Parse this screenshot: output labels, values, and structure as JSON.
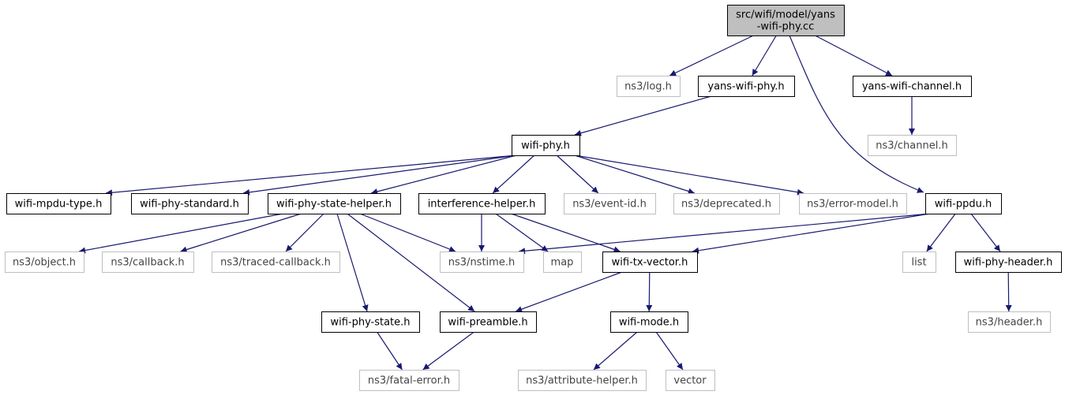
{
  "colors": {
    "edge": "#191970",
    "root_fill": "#bfbfbf",
    "documented_border": "#000000",
    "external_border": "#bfbfbf",
    "documented_text": "#000000",
    "external_text": "#444444"
  },
  "nodes": [
    {
      "id": "root",
      "label": "src/wifi/model/yans\n-wifi-phy.cc",
      "kind": "root"
    },
    {
      "id": "log",
      "label": "ns3/log.h",
      "kind": "external"
    },
    {
      "id": "yansphy",
      "label": "yans-wifi-phy.h",
      "kind": "documented"
    },
    {
      "id": "yanschan",
      "label": "yans-wifi-channel.h",
      "kind": "documented"
    },
    {
      "id": "channel",
      "label": "ns3/channel.h",
      "kind": "external"
    },
    {
      "id": "wifiphy",
      "label": "wifi-phy.h",
      "kind": "documented"
    },
    {
      "id": "mpdutype",
      "label": "wifi-mpdu-type.h",
      "kind": "documented"
    },
    {
      "id": "phystd",
      "label": "wifi-phy-standard.h",
      "kind": "documented"
    },
    {
      "id": "statehelper",
      "label": "wifi-phy-state-helper.h",
      "kind": "documented"
    },
    {
      "id": "interference",
      "label": "interference-helper.h",
      "kind": "documented"
    },
    {
      "id": "eventid",
      "label": "ns3/event-id.h",
      "kind": "external"
    },
    {
      "id": "deprecated",
      "label": "ns3/deprecated.h",
      "kind": "external"
    },
    {
      "id": "errormodel",
      "label": "ns3/error-model.h",
      "kind": "external"
    },
    {
      "id": "ppdu",
      "label": "wifi-ppdu.h",
      "kind": "documented"
    },
    {
      "id": "object",
      "label": "ns3/object.h",
      "kind": "external"
    },
    {
      "id": "callback",
      "label": "ns3/callback.h",
      "kind": "external"
    },
    {
      "id": "tracedcb",
      "label": "ns3/traced-callback.h",
      "kind": "external"
    },
    {
      "id": "nstime",
      "label": "ns3/nstime.h",
      "kind": "external"
    },
    {
      "id": "map",
      "label": "map",
      "kind": "external"
    },
    {
      "id": "txvector",
      "label": "wifi-tx-vector.h",
      "kind": "documented"
    },
    {
      "id": "list",
      "label": "list",
      "kind": "external"
    },
    {
      "id": "phyheader",
      "label": "wifi-phy-header.h",
      "kind": "documented"
    },
    {
      "id": "phystate",
      "label": "wifi-phy-state.h",
      "kind": "documented"
    },
    {
      "id": "preamble",
      "label": "wifi-preamble.h",
      "kind": "documented"
    },
    {
      "id": "mode",
      "label": "wifi-mode.h",
      "kind": "documented"
    },
    {
      "id": "header",
      "label": "ns3/header.h",
      "kind": "external"
    },
    {
      "id": "fatal",
      "label": "ns3/fatal-error.h",
      "kind": "external"
    },
    {
      "id": "attrhelper",
      "label": "ns3/attribute-helper.h",
      "kind": "external"
    },
    {
      "id": "vector",
      "label": "vector",
      "kind": "external"
    }
  ],
  "edges": [
    {
      "from": "root",
      "to": "log"
    },
    {
      "from": "root",
      "to": "yansphy"
    },
    {
      "from": "root",
      "to": "yanschan"
    },
    {
      "from": "root",
      "to": "ppdu"
    },
    {
      "from": "yansphy",
      "to": "wifiphy"
    },
    {
      "from": "yanschan",
      "to": "channel"
    },
    {
      "from": "wifiphy",
      "to": "mpdutype"
    },
    {
      "from": "wifiphy",
      "to": "phystd"
    },
    {
      "from": "wifiphy",
      "to": "statehelper"
    },
    {
      "from": "wifiphy",
      "to": "interference"
    },
    {
      "from": "wifiphy",
      "to": "eventid"
    },
    {
      "from": "wifiphy",
      "to": "deprecated"
    },
    {
      "from": "wifiphy",
      "to": "errormodel"
    },
    {
      "from": "statehelper",
      "to": "object"
    },
    {
      "from": "statehelper",
      "to": "callback"
    },
    {
      "from": "statehelper",
      "to": "tracedcb"
    },
    {
      "from": "statehelper",
      "to": "nstime"
    },
    {
      "from": "statehelper",
      "to": "phystate"
    },
    {
      "from": "statehelper",
      "to": "preamble"
    },
    {
      "from": "interference",
      "to": "nstime"
    },
    {
      "from": "interference",
      "to": "map"
    },
    {
      "from": "interference",
      "to": "txvector"
    },
    {
      "from": "ppdu",
      "to": "nstime"
    },
    {
      "from": "ppdu",
      "to": "txvector"
    },
    {
      "from": "ppdu",
      "to": "list"
    },
    {
      "from": "ppdu",
      "to": "phyheader"
    },
    {
      "from": "txvector",
      "to": "preamble"
    },
    {
      "from": "txvector",
      "to": "mode"
    },
    {
      "from": "phyheader",
      "to": "header"
    },
    {
      "from": "phystate",
      "to": "fatal"
    },
    {
      "from": "preamble",
      "to": "fatal"
    },
    {
      "from": "mode",
      "to": "attrhelper"
    },
    {
      "from": "mode",
      "to": "vector"
    }
  ]
}
